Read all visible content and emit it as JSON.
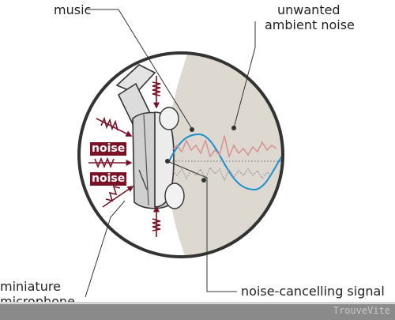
{
  "labels": {
    "music": "music",
    "unwanted_noise_line1": "unwanted",
    "unwanted_noise_line2": "ambient noise",
    "noise_upper": "noise",
    "noise_lower": "noise",
    "noise_cancelling_signal": "noise-cancelling signal",
    "microphone_line1": "miniature",
    "microphone_line2": "microphone"
  },
  "watermark": "TrouveVite",
  "colors": {
    "arrow_red": "#7a1226",
    "music_wave": "#1a8fd0",
    "noise_wave": "#d69090",
    "anti_noise_wave": "#9a9a9a",
    "ambient_region": "#ddd9d0"
  },
  "icons": [
    "noise-arrow-icon",
    "headphone-cup-icon"
  ]
}
